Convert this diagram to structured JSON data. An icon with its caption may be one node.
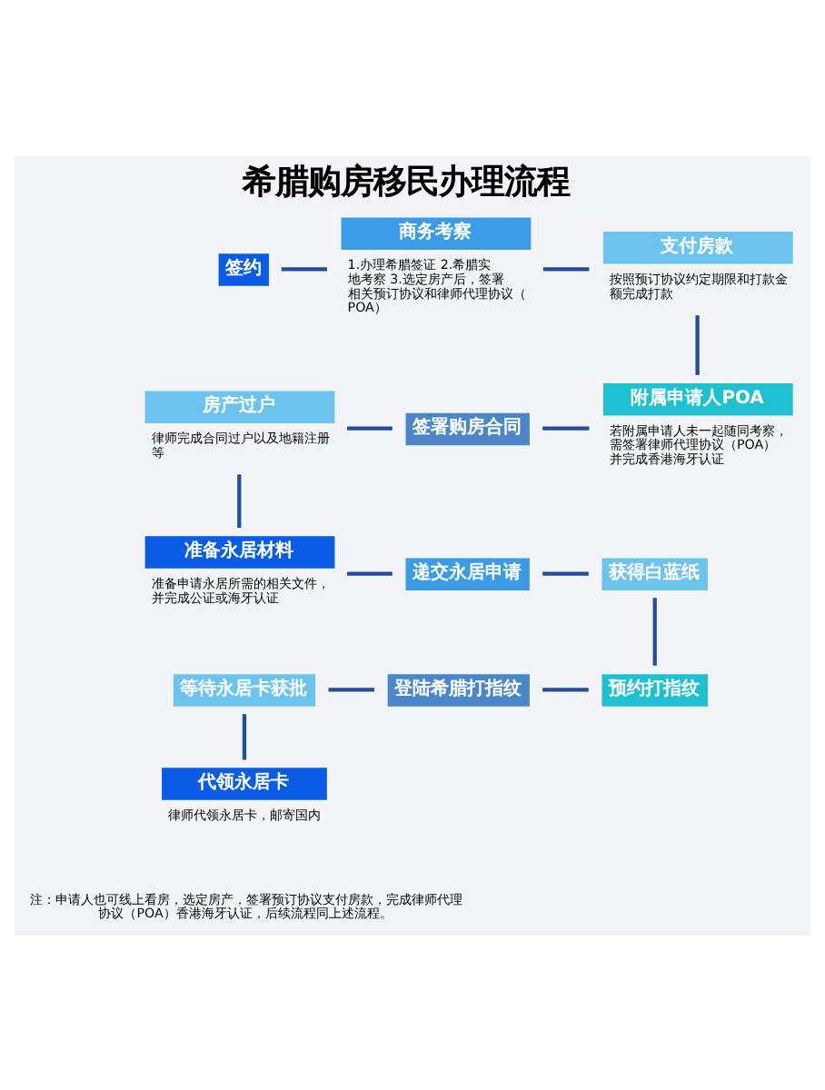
{
  "diagram": {
    "title": "希腊购房移民办理流程",
    "nodes": [
      {
        "text": [
          "签约"
        ]
      },
      {
        "text": [
          "商务考察"
        ],
        "beside": [
          "1.办理希腊签证 2.希腊实地考察 3.选定房产后，签署相关预订协议和律师代理协议（POA）"
        ]
      },
      {
        "text": [
          "支付房款"
        ],
        "beside": [
          "按照预订协议约定期限和打款金额完成打款"
        ]
      },
      {
        "text": [
          "附属申请人POA"
        ],
        "beside": [
          "若附属申请人未一起随同考察，需签署律师代理协议（POA）并完成香港海牙认证"
        ]
      },
      {
        "text": [
          "签署购房合同"
        ]
      },
      {
        "text": [
          "房产过户"
        ],
        "beside": [
          "律师完成合同过户以及地籍注册等"
        ]
      },
      {
        "text": [
          "准备永居材料"
        ],
        "beside": [
          "准备申请永居所需的相关文件，并完成公证或海牙认证"
        ]
      },
      {
        "text": [
          "递交永居申请"
        ]
      },
      {
        "text": [
          "获得白蓝纸"
        ]
      },
      {
        "text": [
          "预约打指纹"
        ]
      },
      {
        "text": [
          "登陆希腊打指纹"
        ]
      },
      {
        "text": [
          "等待永居卡获批"
        ]
      },
      {
        "text": [
          "代领永居卡"
        ],
        "beside": [
          "律师代领永居卡，邮寄国内"
        ]
      }
    ],
    "edges": [
      {
        "from": 0,
        "to": 1,
        "arrow": "none"
      },
      {
        "from": 1,
        "to": 2,
        "arrow": "none"
      },
      {
        "from": 2,
        "to": 3,
        "arrow": "none"
      },
      {
        "from": 3,
        "to": 4,
        "arrow": "none"
      },
      {
        "from": 4,
        "to": 5,
        "arrow": "none"
      },
      {
        "from": 5,
        "to": 6,
        "arrow": "none"
      },
      {
        "from": 6,
        "to": 7,
        "arrow": "none"
      },
      {
        "from": 7,
        "to": 8,
        "arrow": "none"
      },
      {
        "from": 8,
        "to": 9,
        "arrow": "none"
      },
      {
        "from": 9,
        "to": 10,
        "arrow": "none"
      },
      {
        "from": 10,
        "to": 11,
        "arrow": "none"
      },
      {
        "from": 11,
        "to": 12,
        "arrow": "none"
      }
    ],
    "labels": [
      "注：申请人也可线上看房，选定房产，签署预订协议支付房款，完成律师代理协议（POA）香港海牙认证，后续流程同上述流程。"
    ]
  }
}
